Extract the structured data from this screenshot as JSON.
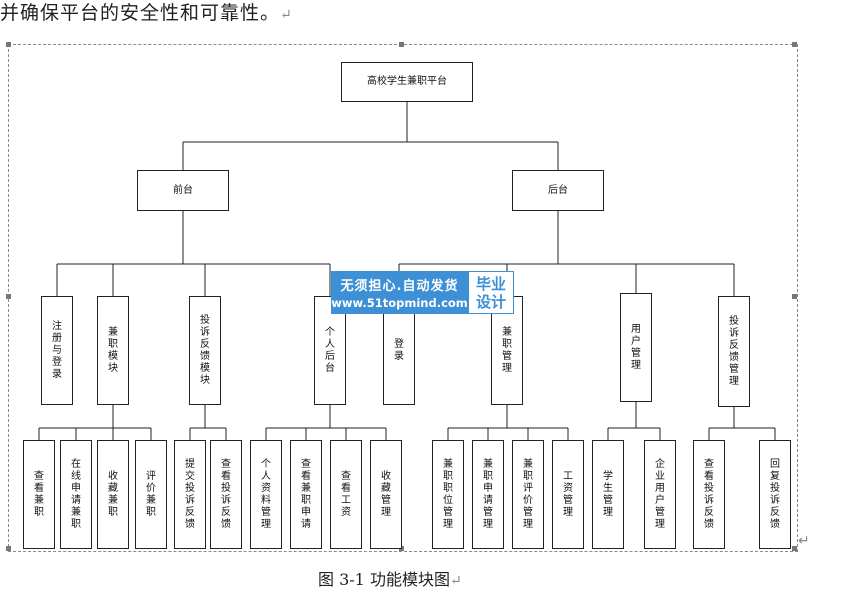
{
  "document": {
    "top_line": "并确保平台的安全性和可靠性。",
    "caption": "图 3-1  功能模块图",
    "return_mark": "↵"
  },
  "diagram": {
    "root": "高校学生兼职平台",
    "level1": [
      {
        "id": "frontend",
        "label": "前台"
      },
      {
        "id": "backend",
        "label": "后台"
      }
    ],
    "level2": [
      {
        "id": "register",
        "label": "注册与登录",
        "parent": "frontend"
      },
      {
        "id": "jobs",
        "label": "兼职模块",
        "parent": "frontend"
      },
      {
        "id": "complaint",
        "label": "投诉反馈模块",
        "parent": "frontend"
      },
      {
        "id": "personal",
        "label": "个人后台",
        "parent": "frontend"
      },
      {
        "id": "login",
        "label": "登录",
        "parent": "backend"
      },
      {
        "id": "jobmgmt",
        "label": "兼职管理",
        "parent": "backend"
      },
      {
        "id": "usermgmt",
        "label": "用户管理",
        "parent": "backend"
      },
      {
        "id": "complaintmgmt",
        "label": "投诉反馈管理",
        "parent": "backend"
      }
    ],
    "level3": [
      {
        "label": "查看兼职",
        "parent": "jobs"
      },
      {
        "label": "在线申请兼职",
        "parent": "jobs"
      },
      {
        "label": "收藏兼职",
        "parent": "jobs"
      },
      {
        "label": "评价兼职",
        "parent": "jobs"
      },
      {
        "label": "提交投诉反馈",
        "parent": "complaint"
      },
      {
        "label": "查看投诉反馈",
        "parent": "complaint"
      },
      {
        "label": "个人资料管理",
        "parent": "personal"
      },
      {
        "label": "查看兼职申请",
        "parent": "personal"
      },
      {
        "label": "查看工资",
        "parent": "personal"
      },
      {
        "label": "收藏管理",
        "parent": "personal"
      },
      {
        "label": "兼职职位管理",
        "parent": "jobmgmt"
      },
      {
        "label": "兼职申请管理",
        "parent": "jobmgmt"
      },
      {
        "label": "兼职评价管理",
        "parent": "jobmgmt"
      },
      {
        "label": "工资管理",
        "parent": "jobmgmt"
      },
      {
        "label": "学生管理",
        "parent": "usermgmt"
      },
      {
        "label": "企业用户管理",
        "parent": "usermgmt"
      },
      {
        "label": "查看投诉反馈",
        "parent": "complaintmgmt"
      },
      {
        "label": "回复投诉反馈",
        "parent": "complaintmgmt"
      }
    ]
  },
  "watermark": {
    "line1": "无须担心.自动发货",
    "line2": "www.51topmind.com",
    "badge": "毕业设计"
  }
}
